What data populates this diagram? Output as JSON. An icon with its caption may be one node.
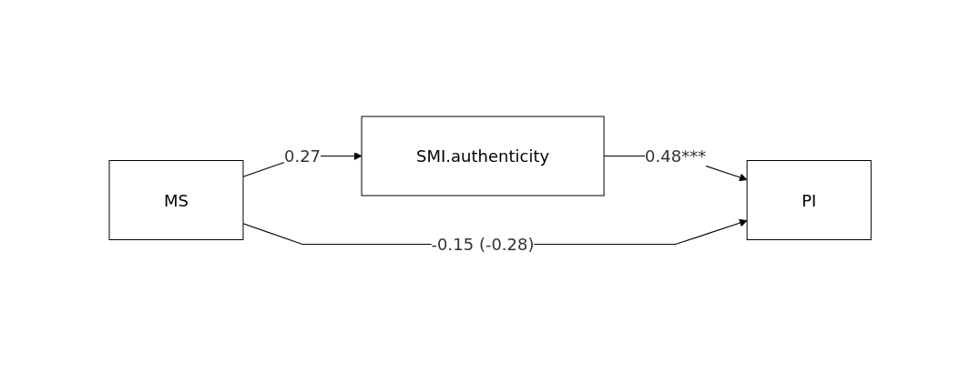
{
  "diagram": {
    "nodes": [
      {
        "text": [
          "SMI.authenticity"
        ]
      },
      {
        "text": [
          "MS"
        ]
      },
      {
        "text": [
          "PI"
        ]
      }
    ],
    "edges": [
      {
        "from": 1,
        "to": 0,
        "arrow": "to",
        "label": "0.27"
      },
      {
        "from": 0,
        "to": 2,
        "arrow": "to",
        "label": "0.48***"
      },
      {
        "from": 1,
        "to": 2,
        "arrow": "to",
        "label": "-0.15 (-0.28)"
      }
    ]
  }
}
